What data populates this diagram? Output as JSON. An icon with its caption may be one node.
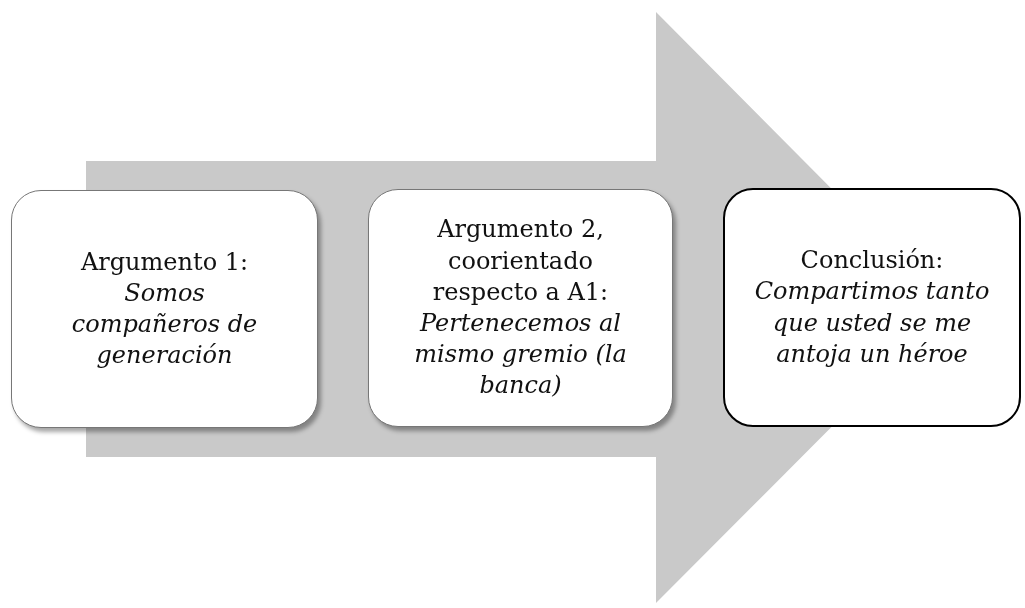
{
  "diagram": {
    "nodes": [
      {
        "text": [
          "Argumento 1:",
          "Somos compañeros de generación"
        ]
      },
      {
        "text": [
          "Argumento 2, coorientado respecto a A1:",
          "Pertenecemos al mismo gremio (la banca)"
        ]
      },
      {
        "text": [
          "Conclusión:",
          "Compartimos tanto que usted se me antoja un héroe"
        ]
      }
    ],
    "edges": [
      {
        "from": 0,
        "to": 2,
        "arrow": "to"
      }
    ]
  }
}
